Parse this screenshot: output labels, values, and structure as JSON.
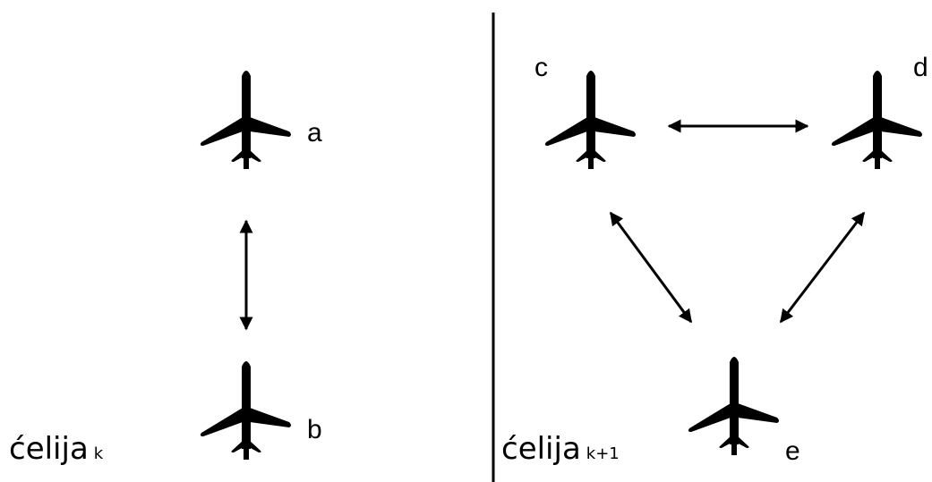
{
  "diagram": {
    "labels": {
      "a": "a",
      "b": "b",
      "c": "c",
      "d": "d",
      "e": "e"
    },
    "cells": [
      {
        "name": "ćelija",
        "subscript": "k"
      },
      {
        "name": "ćelija",
        "subscript": "k+1"
      }
    ]
  }
}
